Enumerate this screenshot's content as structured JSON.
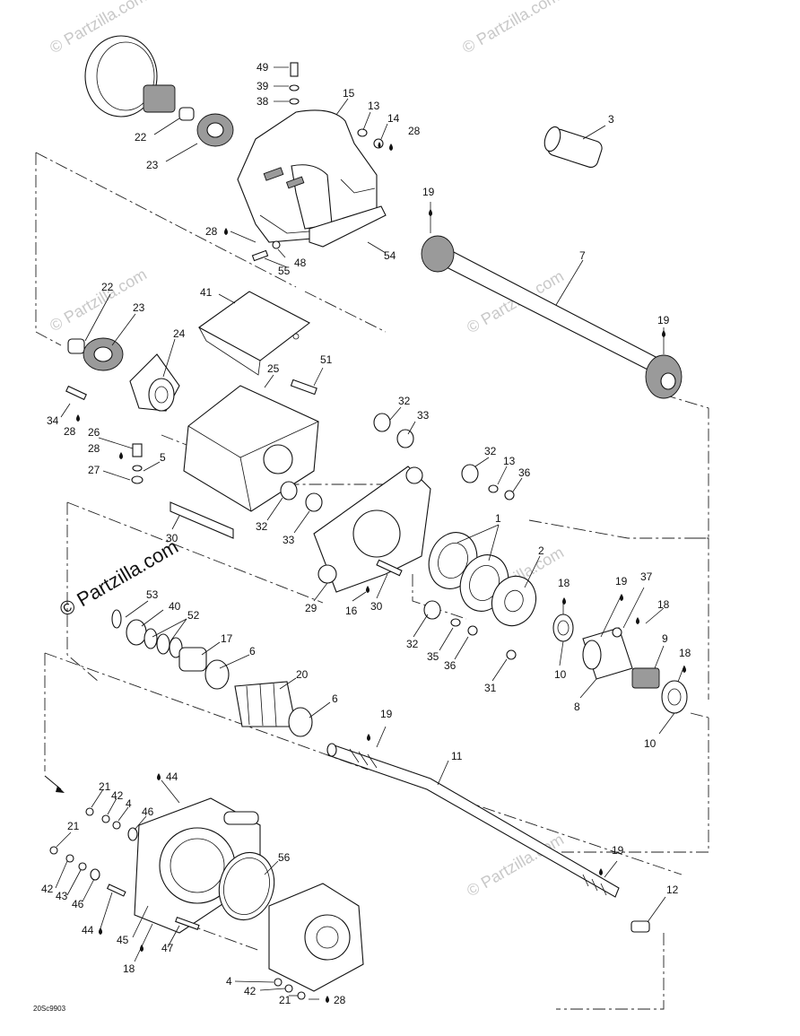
{
  "watermark": "© Partzilla.com",
  "diagram_code": "20Sc9903",
  "callouts": [
    "49",
    "39",
    "38",
    "15",
    "13",
    "14",
    "28",
    "3",
    "22",
    "23",
    "19",
    "28",
    "55",
    "48",
    "54",
    "7",
    "22",
    "23",
    "41",
    "24",
    "19",
    "34",
    "28",
    "25",
    "51",
    "32",
    "33",
    "26",
    "28",
    "5",
    "27",
    "32",
    "13",
    "36",
    "30",
    "32",
    "33",
    "1",
    "2",
    "29",
    "16",
    "30",
    "53",
    "40",
    "52",
    "17",
    "6",
    "20",
    "6",
    "32",
    "35",
    "36",
    "31",
    "18",
    "19",
    "37",
    "18",
    "9",
    "18",
    "10",
    "8",
    "10",
    "19",
    "11",
    "21",
    "42",
    "4",
    "44",
    "46",
    "21",
    "56",
    "42",
    "43",
    "46",
    "44",
    "45",
    "47",
    "18",
    "19",
    "12",
    "4",
    "42",
    "21",
    "28"
  ]
}
